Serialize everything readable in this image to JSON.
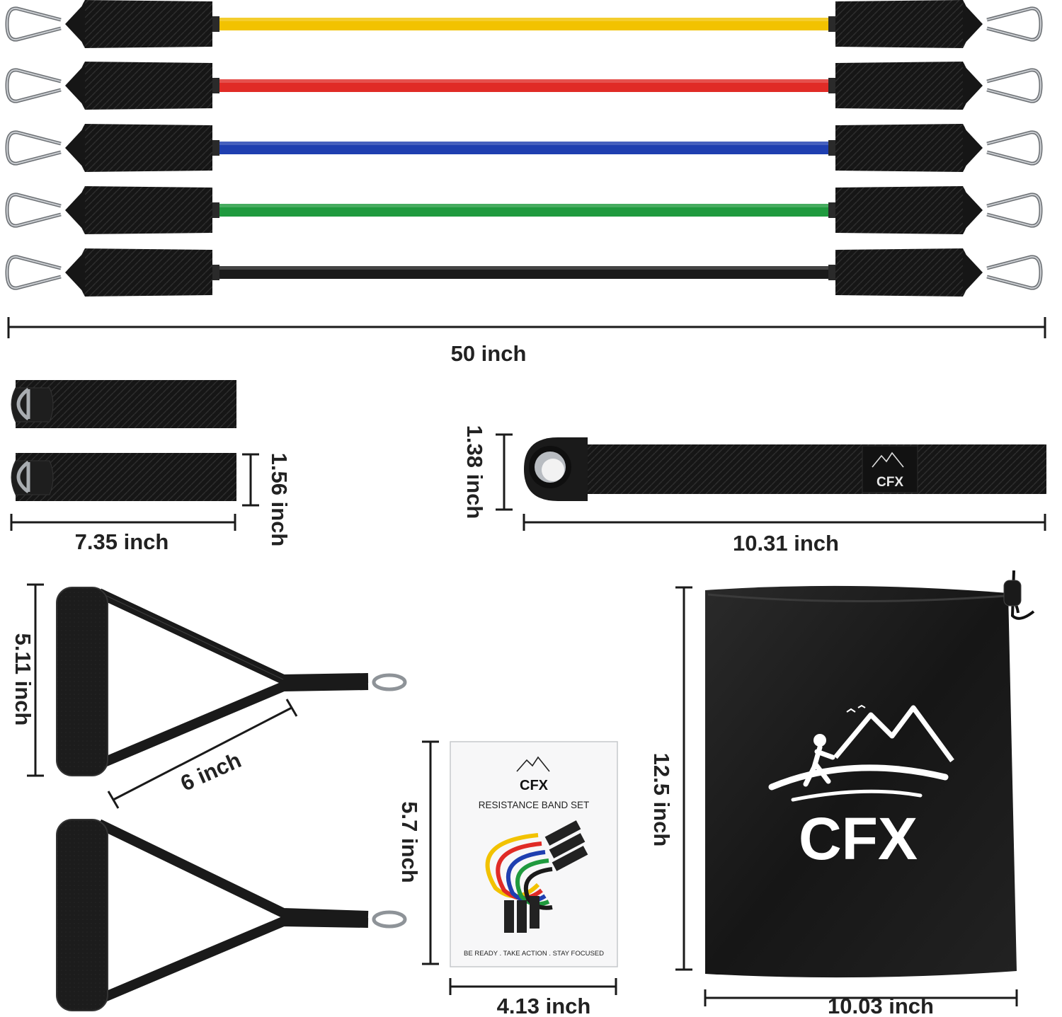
{
  "dimensions": {
    "band_length": "50 inch",
    "ankle_strap_width": "7.35 inch",
    "ankle_strap_height": "1.56 inch",
    "door_anchor_width": "10.31 inch",
    "door_anchor_height": "1.38 inch",
    "handle_height": "5.11 inch",
    "handle_strap_length": "6 inch",
    "booklet_width": "4.13 inch",
    "booklet_height": "5.7 inch",
    "bag_width": "10.03 inch",
    "bag_height": "12.5 inch"
  },
  "bands": [
    {
      "color": "#f2c200"
    },
    {
      "color": "#e02b26"
    },
    {
      "color": "#1f3fb0"
    },
    {
      "color": "#1f9a3e"
    },
    {
      "color": "#1a1a1a"
    }
  ],
  "door_anchor": {
    "logo": "CFX"
  },
  "booklet": {
    "logo": "CFX",
    "title": "RESISTANCE BAND SET",
    "footer": "BE READY . TAKE ACTION . STAY FOCUSED"
  },
  "bag": {
    "logo": "CFX"
  }
}
